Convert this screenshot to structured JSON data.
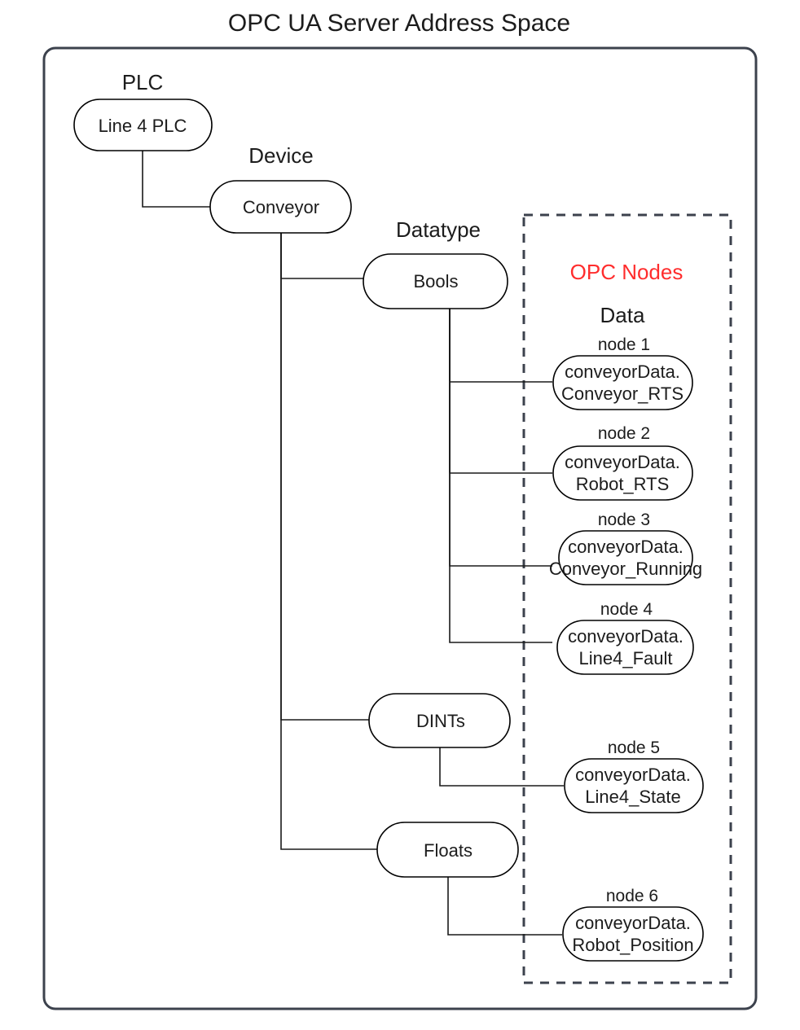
{
  "title": "OPC UA Server Address Space",
  "group_labels": {
    "plc": "PLC",
    "device": "Device",
    "datatype": "Datatype",
    "opc_nodes": "OPC Nodes",
    "data": "Data"
  },
  "colors": {
    "opc_nodes_accent": "#ff2d2d",
    "frame": "#3c424d",
    "node_stroke": "#000000",
    "text": "#1c1c1c",
    "background": "#ffffff"
  },
  "tree": {
    "plc": {
      "label": "Line 4 PLC"
    },
    "device": {
      "label": "Conveyor"
    },
    "datatypes": [
      {
        "label": "Bools"
      },
      {
        "label": "DINTs"
      },
      {
        "label": "Floats"
      }
    ]
  },
  "opc_nodes": [
    {
      "caption": "node 1",
      "line1": "conveyorData.",
      "line2": "Conveyor_RTS",
      "parent": "Bools"
    },
    {
      "caption": "node 2",
      "line1": "conveyorData.",
      "line2": "Robot_RTS",
      "parent": "Bools"
    },
    {
      "caption": "node 3",
      "line1": "conveyorData.",
      "line2": "Conveyor_Running",
      "parent": "Bools"
    },
    {
      "caption": "node 4",
      "line1": "conveyorData.",
      "line2": "Line4_Fault",
      "parent": "Bools"
    },
    {
      "caption": "node 5",
      "line1": "conveyorData.",
      "line2": "Line4_State",
      "parent": "DINTs"
    },
    {
      "caption": "node 6",
      "line1": "conveyorData.",
      "line2": "Robot_Position",
      "parent": "Floats"
    }
  ]
}
